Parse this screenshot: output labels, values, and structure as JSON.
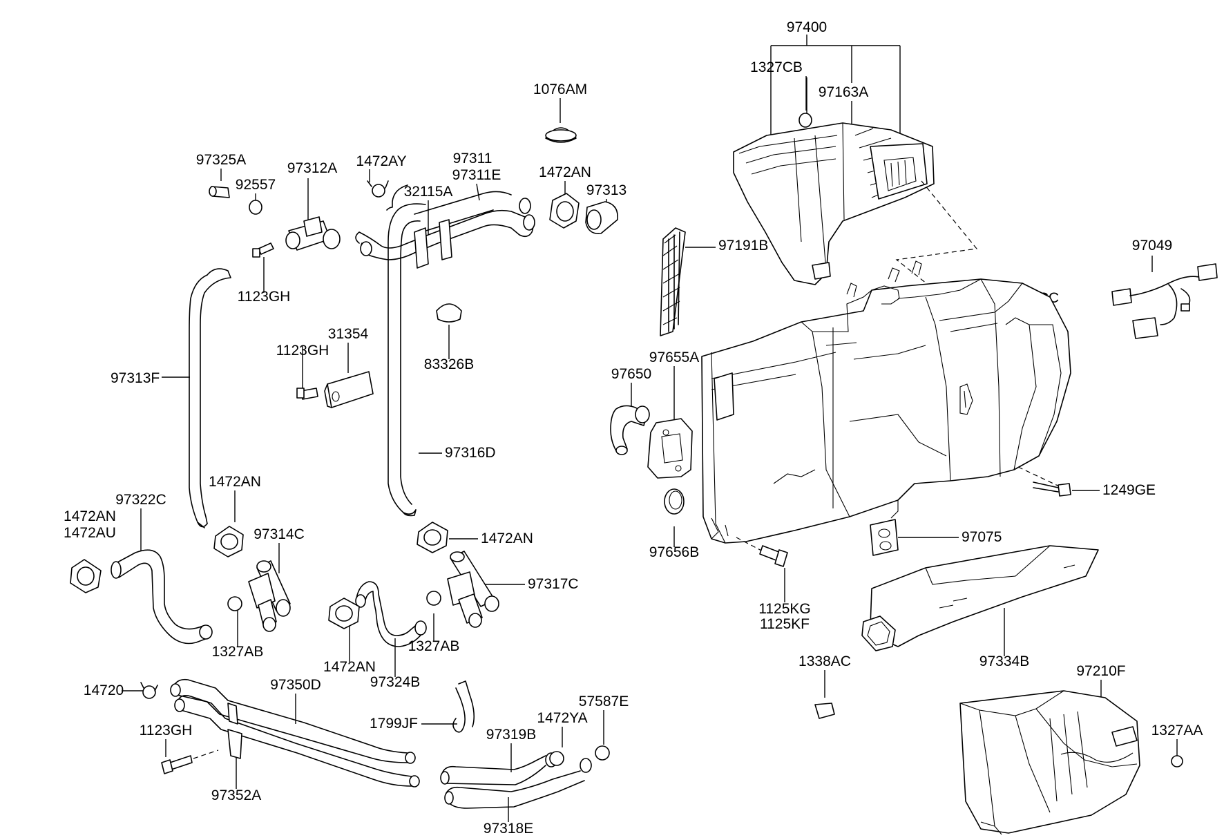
{
  "diagram": {
    "labels": {
      "p97400": "97400",
      "p1327CB": "1327CB",
      "p97163A": "97163A",
      "p1076AM": "1076AM",
      "p97325A": "97325A",
      "p92557": "92557",
      "p97312A": "97312A",
      "p1472AY": "1472AY",
      "p97311": "97311",
      "p97311E": "97311E",
      "p32115A": "32115A",
      "p1472AN_a": "1472AN",
      "p97313": "97313",
      "p97191B": "97191B",
      "p97049": "97049",
      "p1123GH_a": "1123GH",
      "p1327CC": "1327CC",
      "p31354": "31354",
      "p1123GH_b": "1123GH",
      "p83326B": "83326B",
      "p97655A": "97655A",
      "p97650": "97650",
      "p97313F": "97313F",
      "p97316D": "97316D",
      "p1249GE": "1249GE",
      "p1472AN_b": "1472AN",
      "p97322C": "97322C",
      "p1472AN_c": "1472AN",
      "p1472AU": "1472AU",
      "p97314C": "97314C",
      "p1472AN_d": "1472AN",
      "p97656B": "97656B",
      "p97075": "97075",
      "p97317C": "97317C",
      "p1125KG": "1125KG",
      "p1125KF": "1125KF",
      "p1327AB_a": "1327AB",
      "p1327AB_b": "1327AB",
      "p1472AN_e": "1472AN",
      "p97334B": "97334B",
      "p1338AC": "1338AC",
      "p97324B": "97324B",
      "p97210F": "97210F",
      "p14720": "14720",
      "p97350D": "97350D",
      "p57587E": "57587E",
      "p1799JF": "1799JF",
      "p1472YA": "1472YA",
      "p97319B": "97319B",
      "p1327AA": "1327AA",
      "p1123GH_c": "1123GH",
      "p97352A": "97352A",
      "p97318E": "97318E"
    }
  }
}
